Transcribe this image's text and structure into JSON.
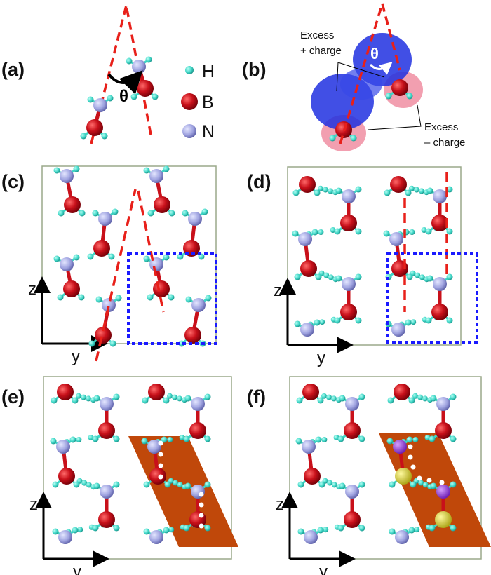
{
  "panels": {
    "a": "(a)",
    "b": "(b)",
    "c": "(c)",
    "d": "(d)",
    "e": "(e)",
    "f": "(f)"
  },
  "legend": [
    {
      "label": "H",
      "color": "#3fd6c6"
    },
    {
      "label": "B",
      "color": "#c8101a"
    },
    {
      "label": "N",
      "color": "#9fa3e0"
    }
  ],
  "angle_symbol": "θ",
  "annotations": {
    "excess_plus_line1": "Excess",
    "excess_plus_line2": "+ charge",
    "excess_minus_line1": "Excess",
    "excess_minus_line2": "– charge"
  },
  "axes": {
    "vertical": "z",
    "horizontal": "y"
  },
  "colors": {
    "dash_line": "#e8201a",
    "dotted_box": "#1a1aff",
    "plane": "#c0480a",
    "positive_charge": "#2030e0",
    "negative_charge": "#e85070",
    "highlight_purple": "#8a2be2",
    "highlight_yellow": "#d8d020"
  }
}
